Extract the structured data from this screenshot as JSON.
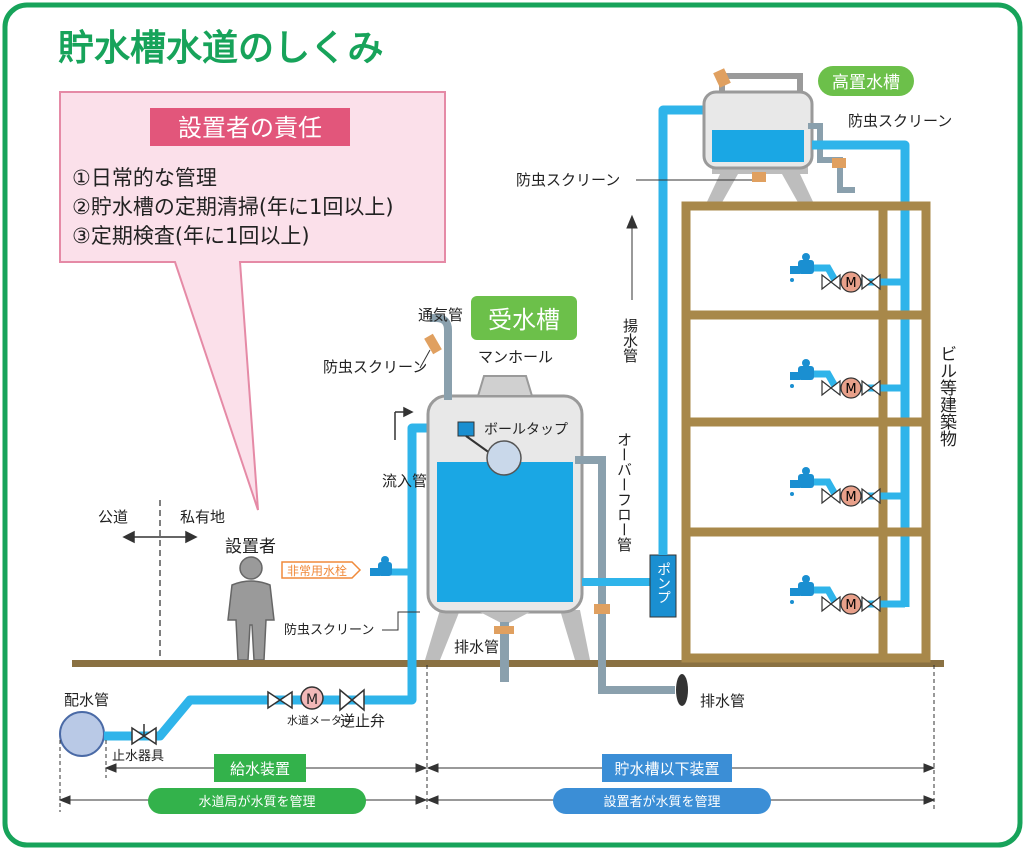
{
  "title": "貯水槽水道のしくみ",
  "responsibility": {
    "heading": "設置者の責任",
    "items": [
      "①日常的な管理",
      "②貯水槽の定期清掃(年に1回以上)",
      "③定期検査(年に1回以上)"
    ]
  },
  "labels": {
    "public_road": "公道",
    "private_land": "私有地",
    "installer": "設置者",
    "emergency_tap": "非常用水栓",
    "distribution_pipe": "配水管",
    "stop_valve": "止水器具",
    "water_meter": "水道メーター",
    "check_valve": "逆止弁",
    "inflow_pipe": "流入管",
    "vent_pipe": "通気管",
    "insect_screen_1": "防虫スクリーン",
    "insect_screen_2": "防虫スクリーン",
    "insect_screen_3": "防虫スクリーン",
    "insect_screen_4": "防虫スクリーン",
    "receiving_tank": "受水槽",
    "manhole": "マンホール",
    "ball_tap": "ボールタップ",
    "overflow_pipe": "オーバーフロー管",
    "drain_pipe_1": "排水管",
    "drain_pipe_2": "排水管",
    "pump": "ポンプ",
    "pumping_pipe": "揚水管",
    "elevated_tank": "高置水槽",
    "building": "ビル等建築物",
    "meter_symbol": "M"
  },
  "bottom": {
    "supply_device": "給水装置",
    "below_tank_device": "貯水槽以下装置",
    "waterworks_managed": "水道局が水質を管理",
    "installer_managed": "設置者が水質を管理"
  },
  "colors": {
    "frame_green": "#17a35a",
    "water_blue": "#1aa7e4",
    "pipe_blue": "#2fb4ea",
    "pink_box": "#fbe0ea",
    "pink_heading": "#e2567b",
    "building_brown": "#a8884a",
    "ground_brown": "#8a7142",
    "badge_green": "#33b24b",
    "badge_blue": "#3b8ed6"
  }
}
